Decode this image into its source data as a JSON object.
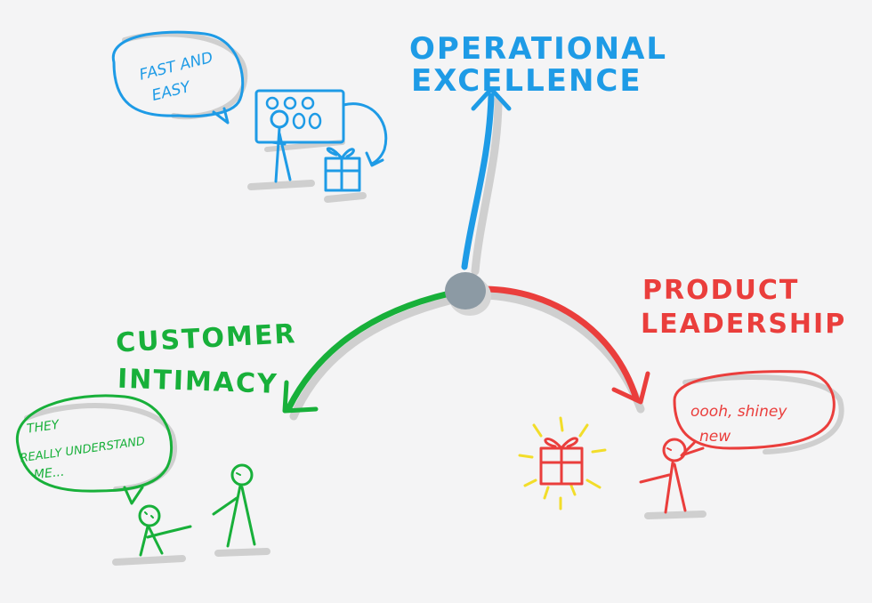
{
  "colors": {
    "background": "#f4f4f5",
    "operational": "#1e9be6",
    "customer": "#18b03a",
    "product": "#ea3e3c",
    "hub": "#8c9aa4",
    "sparkle": "#f2dd2a",
    "shadow": "#cfcfcf"
  },
  "diagram": {
    "hub": {
      "icon": "hub-node"
    },
    "branches": [
      {
        "key": "operational",
        "title_line1": "OPERATIONAL",
        "title_line2": "EXCELLENCE",
        "speech": {
          "line1": "FAST AND",
          "line2": "EASY"
        },
        "icons": [
          "screen-icon",
          "person-icon",
          "gift-icon"
        ]
      },
      {
        "key": "customer",
        "title_line1": "CUSTOMER",
        "title_line2": "INTIMACY",
        "speech": {
          "line1": "THEY",
          "line2": "REALLY UNDERSTAND",
          "line3": "ME..."
        },
        "icons": [
          "person-icon",
          "person-icon"
        ]
      },
      {
        "key": "product",
        "title_line1": "PRODUCT",
        "title_line2": "LEADERSHIP",
        "speech": {
          "line1": "oooh, shiney",
          "line2": "new"
        },
        "icons": [
          "gift-icon",
          "sparkle-icon",
          "person-icon"
        ]
      }
    ]
  }
}
